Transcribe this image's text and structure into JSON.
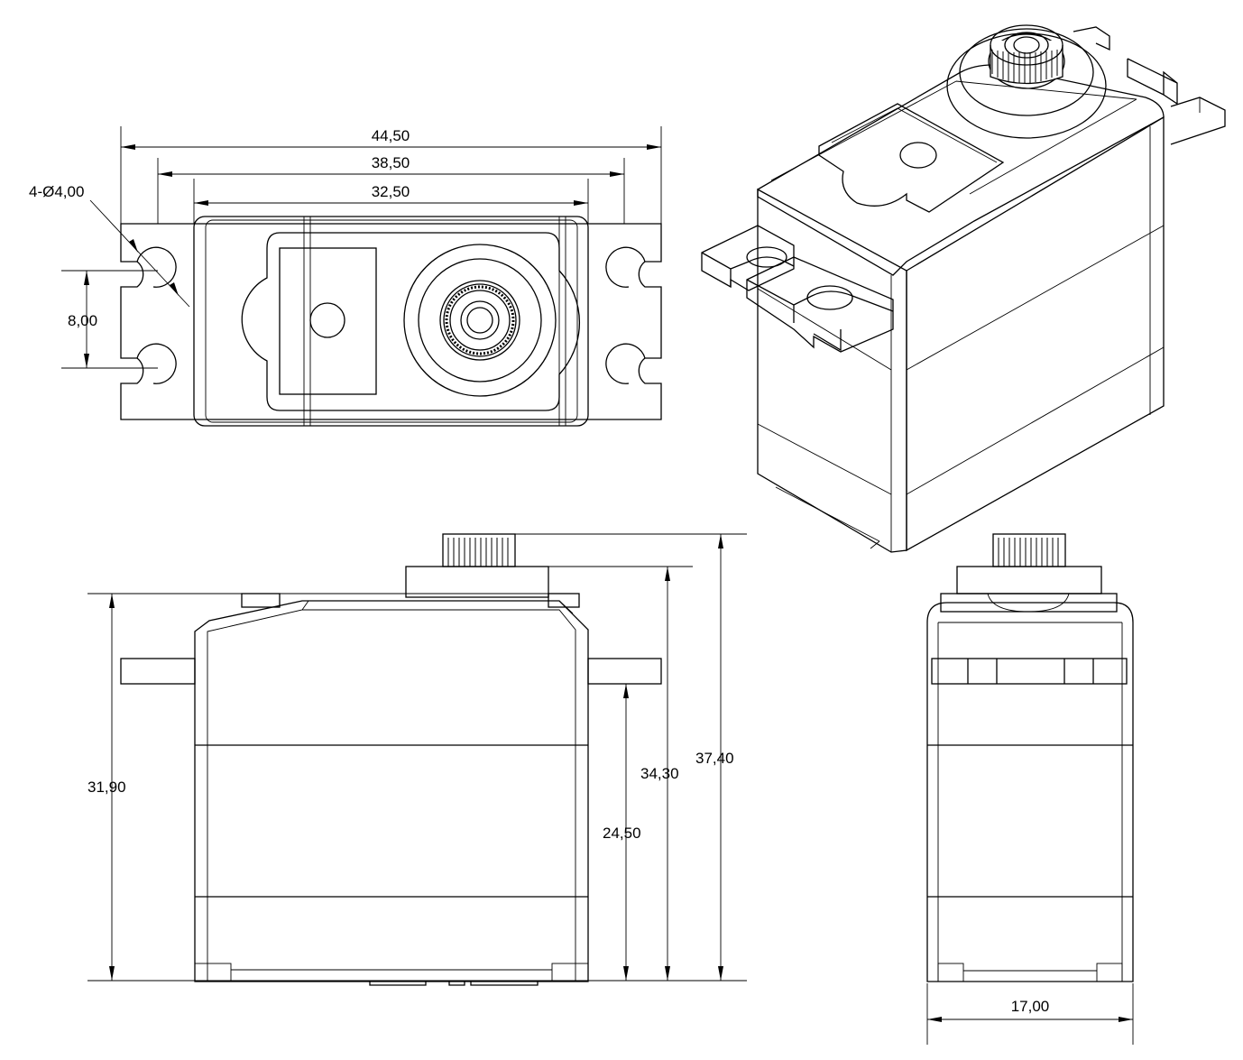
{
  "dimensions": {
    "overall_width": "44,50",
    "hole_spacing": "38,50",
    "body_width": "32,50",
    "mount_holes": "4-Ø4,00",
    "hole_pitch": "8,00",
    "body_height": "31,90",
    "tab_height": "24,50",
    "hub_height": "34,30",
    "total_height": "37,40",
    "depth": "17,00"
  }
}
